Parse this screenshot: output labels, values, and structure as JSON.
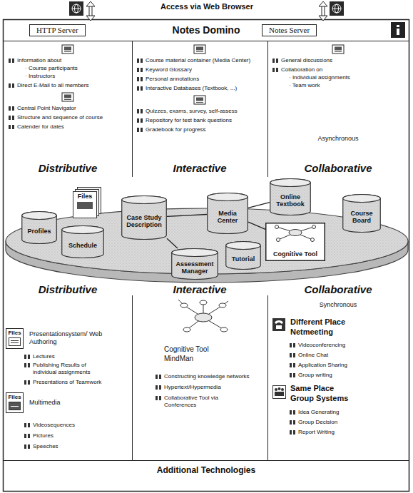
{
  "diagram": {
    "nodes": [
      {
        "text": [
          "Notes Domino"
        ]
      },
      {
        "text": [
          "HTTP Server"
        ],
        "in": 0
      },
      {
        "text": [
          "Notes Server"
        ],
        "in": 0
      },
      {
        "text": [
          "Information about",
          "· Course participants",
          "· Instructors",
          "Direct E-Mail to all members",
          "Central Point Navigator",
          "Structure and sequence of course",
          "Calender for dates",
          "Distributive"
        ]
      },
      {
        "text": [
          "Course material container (Media Center)",
          "Keyword Glossary",
          "Personal annotations",
          "Interactive Databases (Textbook, ...)",
          "Quizzes, exams, survey, self-assess",
          "Repository for test bank questions",
          "Gradebook for progress",
          "Interactive"
        ]
      },
      {
        "text": [
          "General discussions",
          "Collaboration on",
          "· Individual assignments",
          "· Team work",
          "Asynchronous",
          "Collaborative"
        ]
      },
      {
        "text": [
          "Profiles"
        ]
      },
      {
        "text": [
          "Files"
        ]
      },
      {
        "text": [
          "Schedule"
        ]
      },
      {
        "text": [
          "Case Study Description"
        ]
      },
      {
        "text": [
          "Assessment Manager"
        ]
      },
      {
        "text": [
          "Media Center"
        ]
      },
      {
        "text": [
          "Tutorial"
        ]
      },
      {
        "text": [
          "Online Textbook"
        ]
      },
      {
        "text": [
          "Cognitive Tool"
        ]
      },
      {
        "text": [
          "Course Board"
        ]
      },
      {
        "text": [
          "Distributive",
          "Presentationsystem/ Web Authoring",
          "Lectures",
          "Publishing Results of individual assignments",
          "Presentations of Teamwork",
          "Multimedia",
          "Videosequences",
          "Pictures",
          "Speeches"
        ]
      },
      {
        "text": [
          "Interactive",
          "Cognitive Tool MindMan",
          "Constructing knowledge networks",
          "Hypertext/Hypermedia",
          "Collaborative Tool via Conferences"
        ]
      },
      {
        "text": [
          "Collaborative",
          "Synchronous",
          "Different Place",
          "Netmeeting",
          "Videoconferencing",
          "Online Chat",
          "Application Sharing",
          "Group writing",
          "Same Place",
          "Group Systems",
          "Idea Generating",
          "Group Decision",
          "Report Writing"
        ]
      },
      {
        "text": [
          "Additional Technologies"
        ]
      }
    ],
    "edges": [
      {
        "from": 9,
        "to": 11,
        "arrow": "none"
      },
      {
        "from": 9,
        "to": 10,
        "arrow": "none"
      },
      {
        "from": 11,
        "to": 13,
        "arrow": "none"
      },
      {
        "from": 11,
        "to": 14,
        "arrow": "none"
      }
    ],
    "labels": [
      "Access via Web Browser",
      "Files",
      "Files"
    ]
  }
}
